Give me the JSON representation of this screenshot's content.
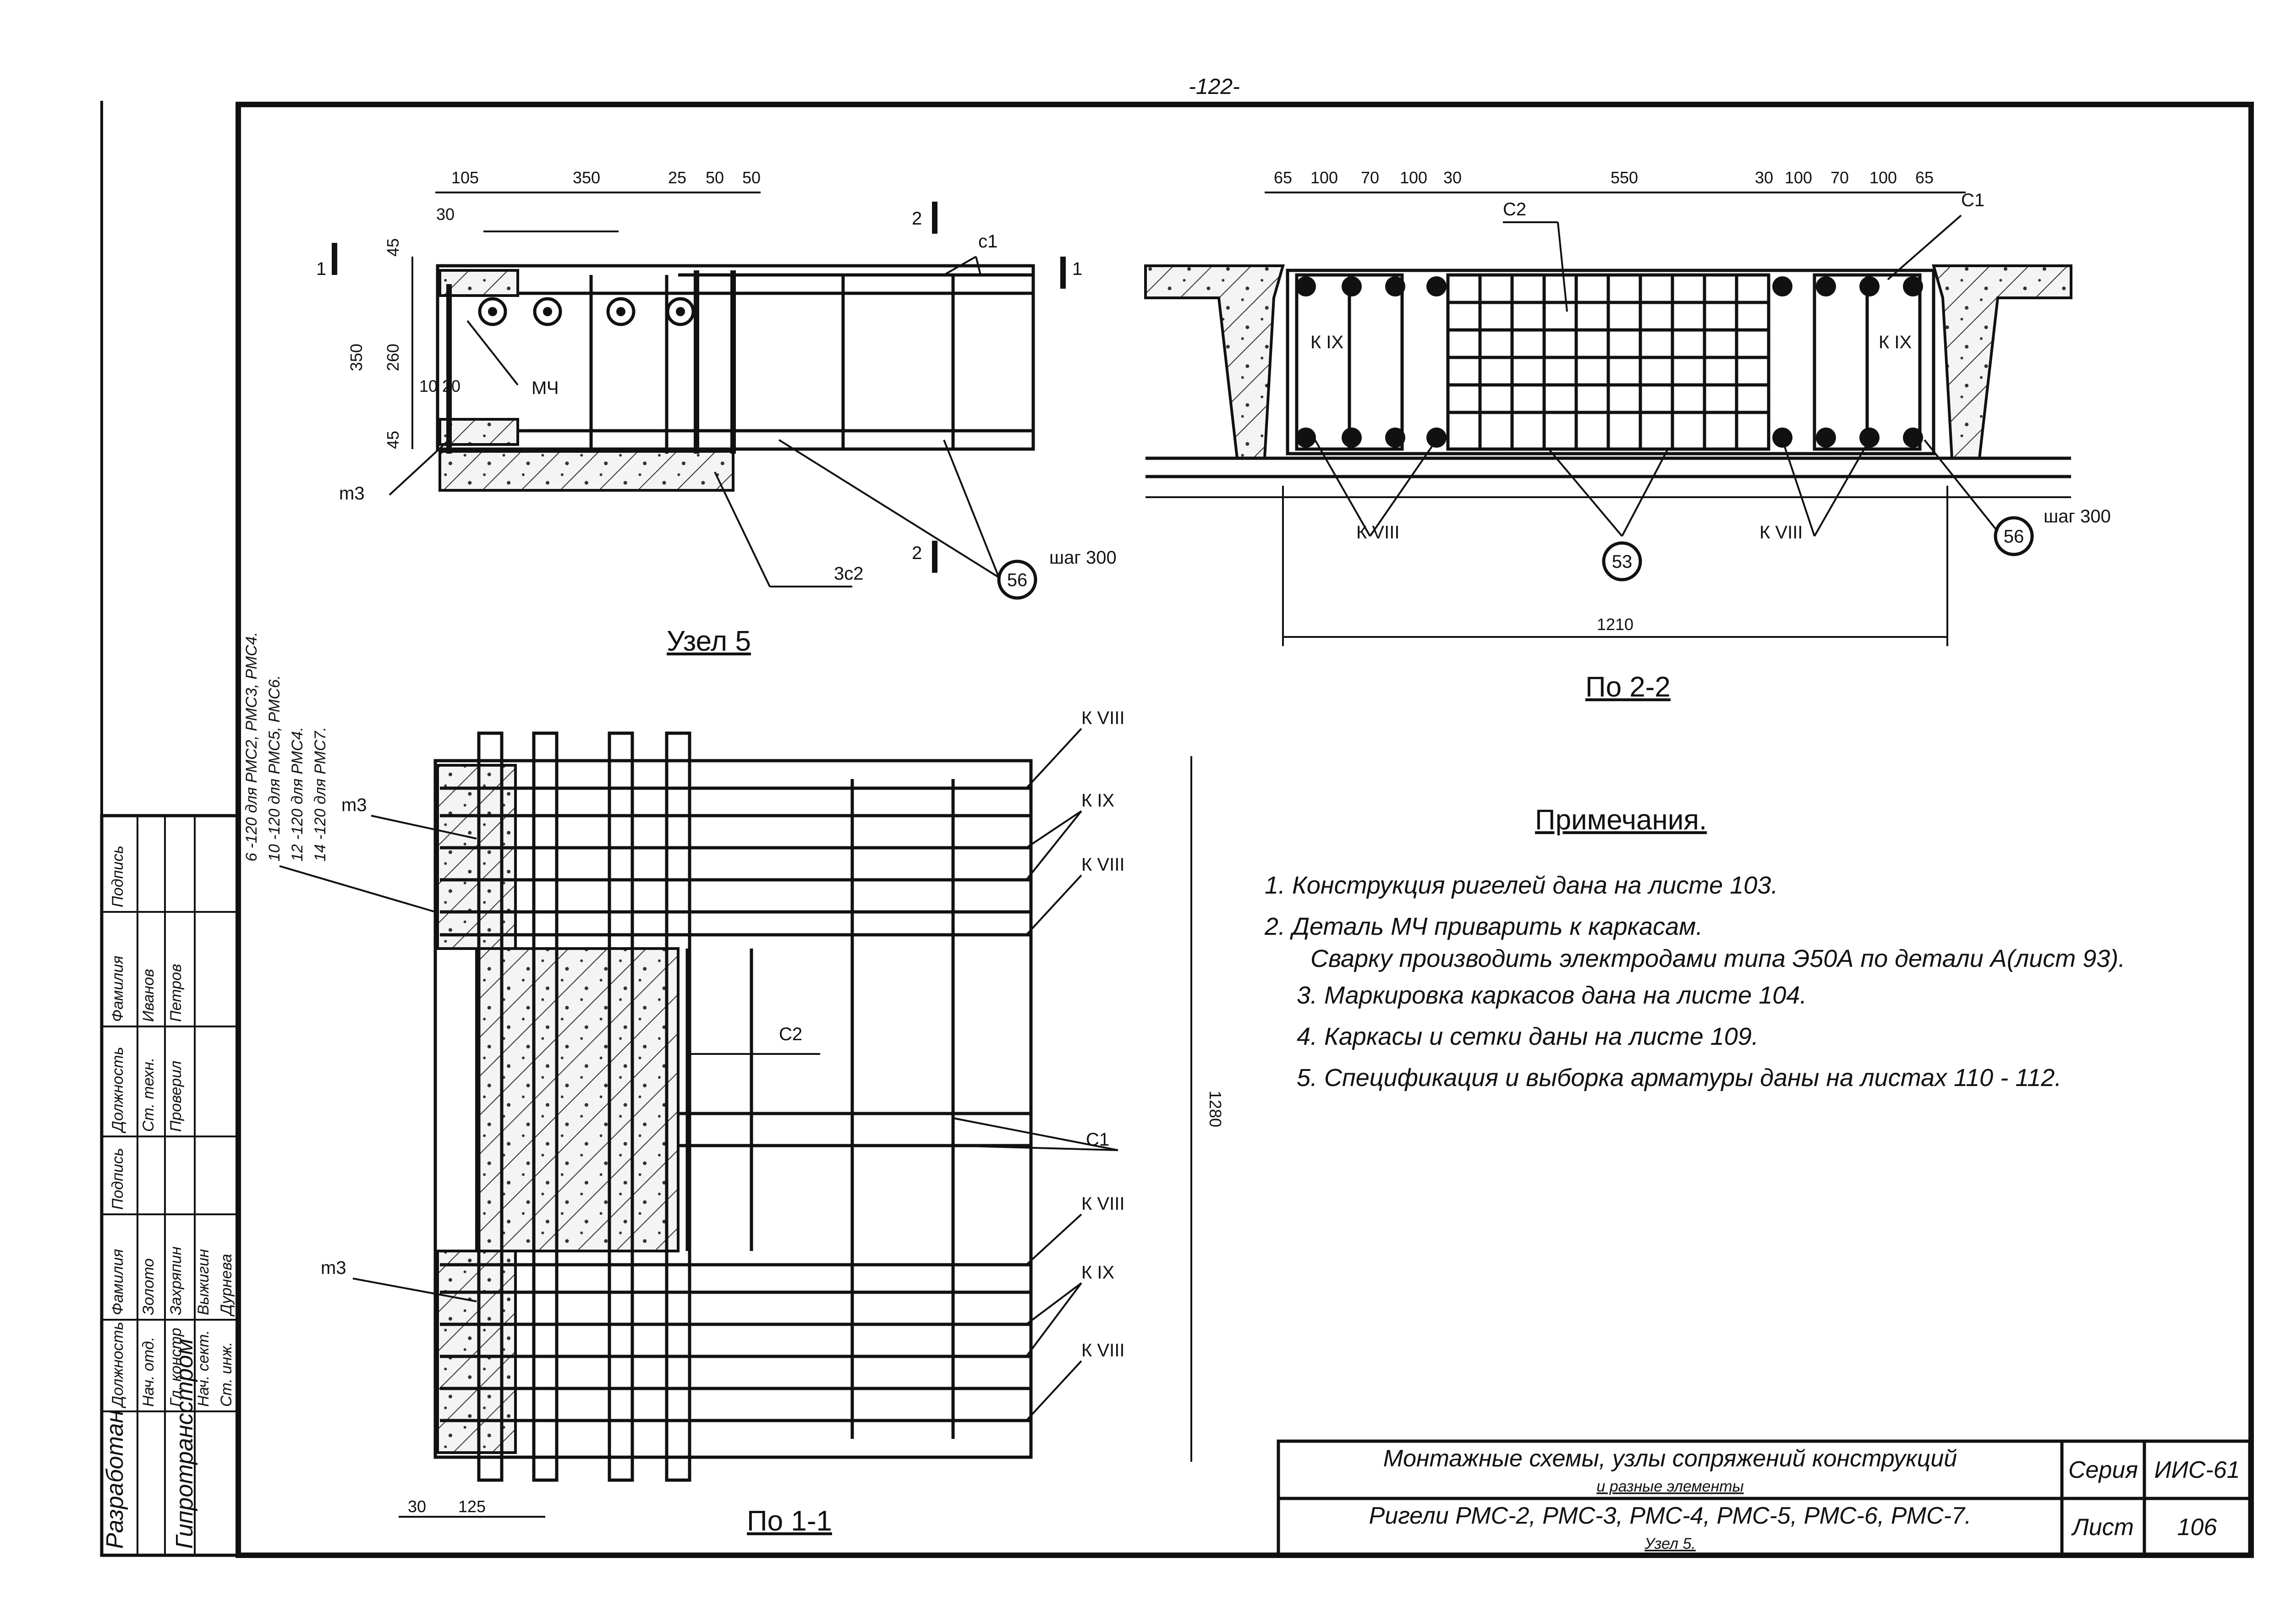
{
  "page_number": "-122-",
  "views": {
    "uzel5": {
      "title": "Узел 5",
      "dims_top": [
        "105",
        "350",
        "25",
        "50",
        "50",
        "30"
      ],
      "dims_left": [
        "45",
        "350",
        "260",
        "45",
        "10",
        "20"
      ],
      "labels": {
        "mark_mch": "МЧ",
        "mark_m3": "m3",
        "c1": "с1",
        "bars": "3с2",
        "step": "шаг 300",
        "pos56": "56",
        "cut1": "1",
        "cut2": "2"
      }
    },
    "section22": {
      "title": "По 2-2",
      "dims_top": [
        "65",
        "100",
        "70",
        "100",
        "30",
        "550",
        "30",
        "100",
        "70",
        "100",
        "65"
      ],
      "dim_bottom": "1210",
      "labels": {
        "c1": "С1",
        "c2": "С2",
        "k9": "К IX",
        "k8": "К VIII",
        "pos53": "53",
        "pos56": "56",
        "step": "шаг 300"
      }
    },
    "section11": {
      "title": "По 1-1",
      "dim_height": "1280",
      "dims_bottom": [
        "30",
        "125"
      ],
      "labels": {
        "m3": "m3",
        "c2": "С2",
        "c1": "С1",
        "k8": "К VIII",
        "k9": "К IX"
      }
    }
  },
  "side_notes": [
    "6 -120 для РМС2, РМС3, РМС4.",
    "10 -120 для РМС5, РМС6.",
    "12 -120 для РМС4.",
    "14 -120 для РМС7."
  ],
  "notes": {
    "title": "Примечания.",
    "items": [
      "1. Конструкция ригелей дана на листе 103.",
      "2. Деталь МЧ приварить к каркасам.",
      "Сварку производить электродами типа Э50А по детали А(лист 93).",
      "3. Маркировка каркасов дана на листе 104.",
      "4. Каркасы и сетки даны на листе 109.",
      "5. Спецификация и выборка арматуры даны на листах 110 - 112."
    ]
  },
  "stamp": {
    "header": [
      "Должность",
      "Фамилия",
      "Подпись",
      "Должность",
      "Фамилия",
      "Подпись"
    ],
    "rows_left": [
      [
        "Нач. отд.",
        "Золото"
      ],
      [
        "Гл. констр",
        "Захряпин"
      ],
      [
        "Нач. сект.",
        "Выжигин"
      ],
      [
        "Ст. инж.",
        "Дурнева"
      ]
    ],
    "rows_right": [
      [
        "Ст. техн.",
        "Иванов"
      ],
      [
        "Проверил",
        "Петров"
      ]
    ],
    "developer_label": "Разработан",
    "org": "Гипротрансстром"
  },
  "title_block": {
    "line1": "Монтажные схемы, узлы сопряжений конструкций",
    "line2": "и разные элементы",
    "line3": "Ригели РМС-2, РМС-3, РМС-4, РМС-5, РМС-6, РМС-7.",
    "line4": "Узел 5.",
    "series_label": "Серия",
    "series_value": "ИИС-61",
    "sheet_label": "Лист",
    "sheet_value": "106"
  }
}
